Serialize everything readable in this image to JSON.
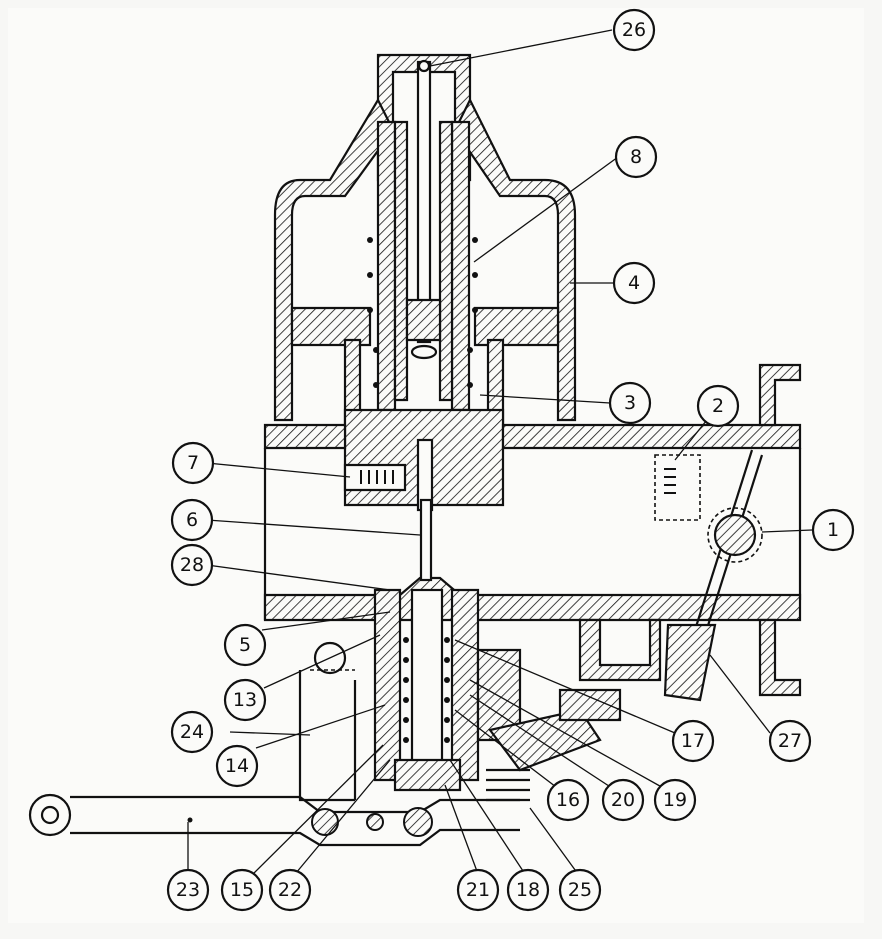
{
  "diagram": {
    "callouts": [
      {
        "id": "c1",
        "label": "1"
      },
      {
        "id": "c2",
        "label": "2"
      },
      {
        "id": "c3",
        "label": "3"
      },
      {
        "id": "c4",
        "label": "4"
      },
      {
        "id": "c5",
        "label": "5"
      },
      {
        "id": "c6",
        "label": "6"
      },
      {
        "id": "c7",
        "label": "7"
      },
      {
        "id": "c8",
        "label": "8"
      },
      {
        "id": "c13",
        "label": "13"
      },
      {
        "id": "c14",
        "label": "14"
      },
      {
        "id": "c15",
        "label": "15"
      },
      {
        "id": "c16",
        "label": "16"
      },
      {
        "id": "c17",
        "label": "17"
      },
      {
        "id": "c18",
        "label": "18"
      },
      {
        "id": "c19",
        "label": "19"
      },
      {
        "id": "c20",
        "label": "20"
      },
      {
        "id": "c21",
        "label": "21"
      },
      {
        "id": "c22",
        "label": "22"
      },
      {
        "id": "c23",
        "label": "23"
      },
      {
        "id": "c24",
        "label": "24"
      },
      {
        "id": "c25",
        "label": "25"
      },
      {
        "id": "c26",
        "label": "26"
      },
      {
        "id": "c27",
        "label": "27"
      },
      {
        "id": "c28",
        "label": "28"
      }
    ]
  }
}
